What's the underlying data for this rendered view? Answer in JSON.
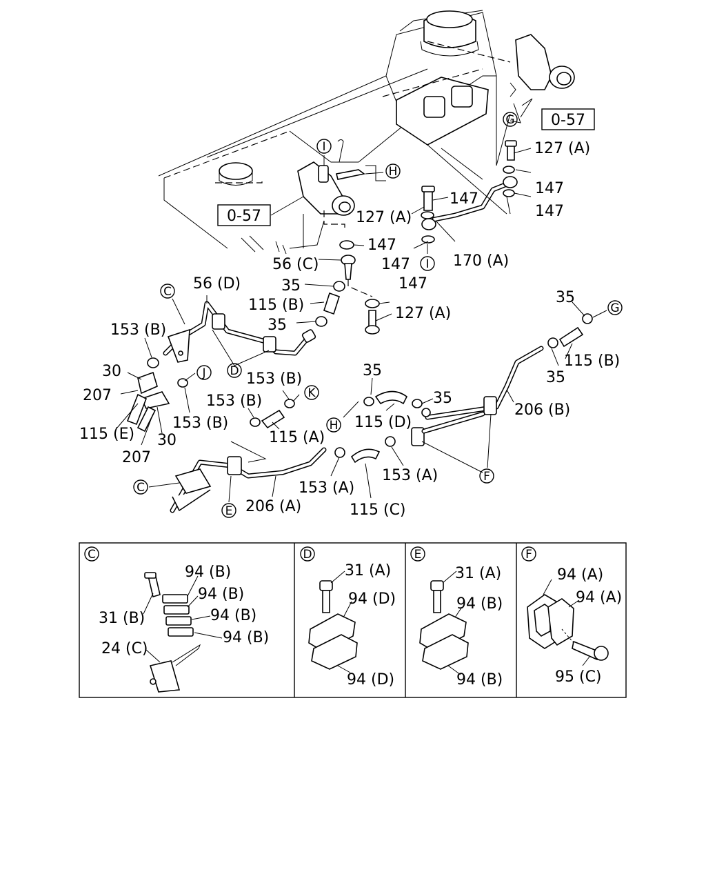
{
  "ref_boxes": {
    "top_right": "0-57",
    "left": "0-57"
  },
  "callouts": {
    "g_top": "G",
    "i_top": "I",
    "h_top": "H",
    "i_mid": "I",
    "c_upper": "C",
    "d_clamp": "D",
    "j": "J",
    "k": "K",
    "h_lower": "H",
    "g_right": "G",
    "f": "F",
    "c_lower": "C",
    "e": "E"
  },
  "labels": {
    "l127a_1": "127 (A)",
    "l147_1": "147",
    "l147_2": "147",
    "l147_3": "147",
    "l127a_2": "127 (A)",
    "l170a": "170 (A)",
    "l147_4": "147",
    "l147_5": "147",
    "l56c": "56 (C)",
    "l56d": "56 (D)",
    "l35_1": "35",
    "l147_6": "147",
    "l115b_1": "115 (B)",
    "l127a_3": "127 (A)",
    "l35_2": "35",
    "l153b_1": "153 (B)",
    "l30_1": "30",
    "l207_1": "207",
    "l115e": "115 (E)",
    "l207_2": "207",
    "l30_2": "30",
    "l153b_2": "153 (B)",
    "l153b_3": "153 (B)",
    "l153b_4": "153 (B)",
    "l115a": "115 (A)",
    "l35_3": "35",
    "l35_4": "35",
    "l115d": "115 (D)",
    "l35_5": "35",
    "l115b_2": "115 (B)",
    "l35_6": "35",
    "l206b": "206 (B)",
    "l153a_1": "153 (A)",
    "l153a_2": "153 (A)",
    "l115c": "115 (C)",
    "l206a": "206 (A)"
  },
  "detail_panels": {
    "c": {
      "tag": "C",
      "labels": [
        "94 (B)",
        "94 (B)",
        "94 (B)",
        "94 (B)",
        "31 (B)",
        "24 (C)"
      ]
    },
    "d": {
      "tag": "D",
      "labels": [
        "31 (A)",
        "94 (D)",
        "94 (D)"
      ]
    },
    "e": {
      "tag": "E",
      "labels": [
        "31 (A)",
        "94 (B)",
        "94 (B)"
      ]
    },
    "f": {
      "tag": "F",
      "labels": [
        "94 (A)",
        "94 (A)",
        "95 (C)"
      ]
    }
  }
}
